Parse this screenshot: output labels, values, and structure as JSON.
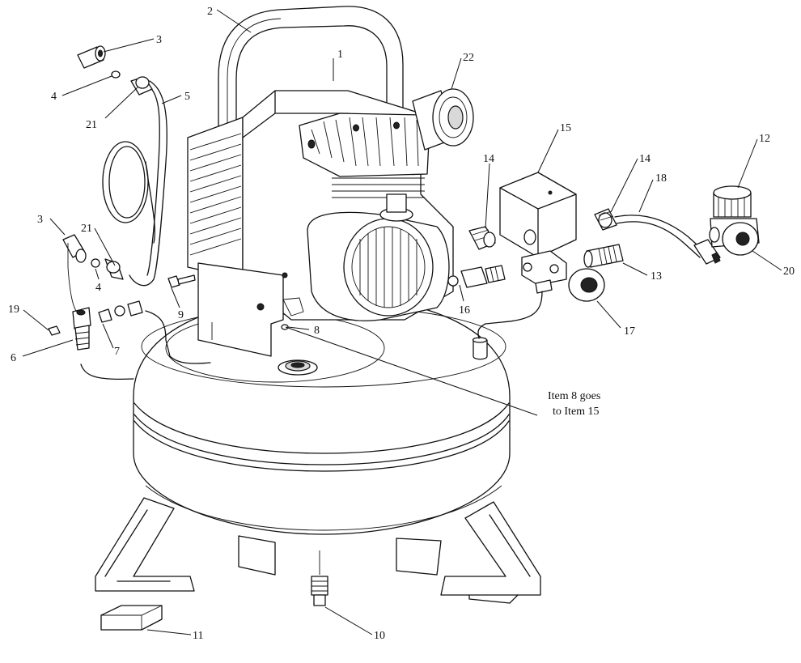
{
  "callouts": [
    {
      "id": "c1",
      "text": "1"
    },
    {
      "id": "c2",
      "text": "2"
    },
    {
      "id": "c3a",
      "text": "3"
    },
    {
      "id": "c3b",
      "text": "3"
    },
    {
      "id": "c4a",
      "text": "4"
    },
    {
      "id": "c4b",
      "text": "4"
    },
    {
      "id": "c5",
      "text": "5"
    },
    {
      "id": "c6",
      "text": "6"
    },
    {
      "id": "c7",
      "text": "7"
    },
    {
      "id": "c8",
      "text": "8"
    },
    {
      "id": "c9",
      "text": "9"
    },
    {
      "id": "c10",
      "text": "10"
    },
    {
      "id": "c11",
      "text": "11"
    },
    {
      "id": "c12",
      "text": "12"
    },
    {
      "id": "c13",
      "text": "13"
    },
    {
      "id": "c14a",
      "text": "14"
    },
    {
      "id": "c14b",
      "text": "14"
    },
    {
      "id": "c15",
      "text": "15"
    },
    {
      "id": "c16",
      "text": "16"
    },
    {
      "id": "c17",
      "text": "17"
    },
    {
      "id": "c18",
      "text": "18"
    },
    {
      "id": "c19",
      "text": "19"
    },
    {
      "id": "c20",
      "text": "20"
    },
    {
      "id": "c21a",
      "text": "21"
    },
    {
      "id": "c21b",
      "text": "21"
    },
    {
      "id": "c22",
      "text": "22"
    }
  ],
  "note": {
    "line1": "Item 8 goes",
    "line2": "to Item 15"
  }
}
